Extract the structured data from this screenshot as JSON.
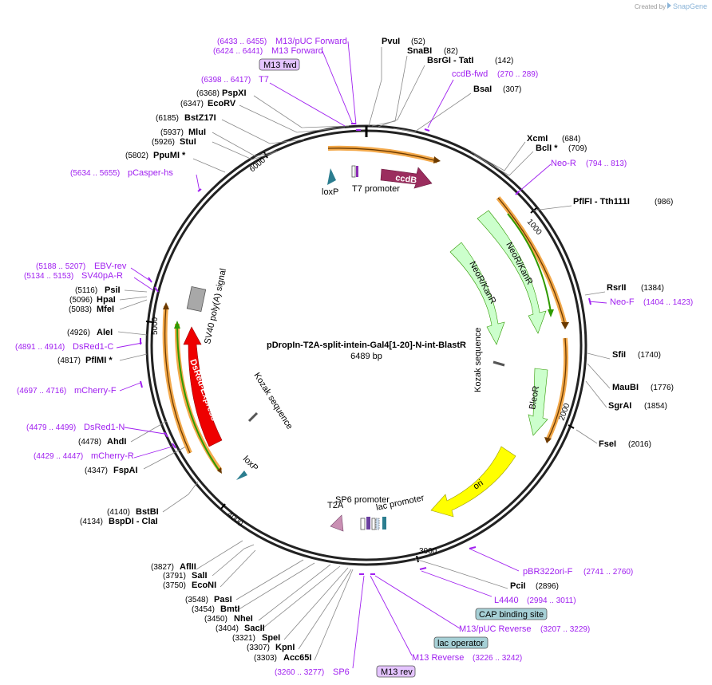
{
  "header": {
    "created_by": "Created by",
    "brand": "SnapGene"
  },
  "plasmid": {
    "name": "pDropIn-T2A-split-intein-Gal4[1-20]-N-int-BlastR",
    "size": "6489 bp"
  },
  "ticks": [
    "1000",
    "2000",
    "3000",
    "4000",
    "5000",
    "6000"
  ],
  "enzymes_right": [
    {
      "name": "PvuI",
      "coord": "(52)"
    },
    {
      "name": "SnaBI",
      "coord": "(82)"
    },
    {
      "name": "BsrGI - TatI",
      "coord": "(142)"
    },
    {
      "name": "BsaI",
      "coord": "(307)"
    },
    {
      "name": "XcmI",
      "coord": "(684)"
    },
    {
      "name": "BclI *",
      "coord": "(709)"
    },
    {
      "name": "PflFI - Tth111I",
      "coord": "(986)"
    },
    {
      "name": "RsrII",
      "coord": "(1384)"
    },
    {
      "name": "SfiI",
      "coord": "(1740)"
    },
    {
      "name": "MauBI",
      "coord": "(1776)"
    },
    {
      "name": "SgrAI",
      "coord": "(1854)"
    },
    {
      "name": "FseI",
      "coord": "(2016)"
    },
    {
      "name": "PciI",
      "coord": "(2896)"
    }
  ],
  "enzymes_left": [
    {
      "name": "PspXI",
      "coord": "(6368)"
    },
    {
      "name": "EcoRV",
      "coord": "(6347)"
    },
    {
      "name": "BstZ17I",
      "coord": "(6185)"
    },
    {
      "name": "MluI",
      "coord": "(5937)"
    },
    {
      "name": "StuI",
      "coord": "(5926)"
    },
    {
      "name": "PpuMI *",
      "coord": "(5802)"
    },
    {
      "name": "PsiI",
      "coord": "(5116)"
    },
    {
      "name": "HpaI",
      "coord": "(5096)"
    },
    {
      "name": "MfeI",
      "coord": "(5083)"
    },
    {
      "name": "AleI",
      "coord": "(4926)"
    },
    {
      "name": "PflMI *",
      "coord": "(4817)"
    },
    {
      "name": "AhdI",
      "coord": "(4478)"
    },
    {
      "name": "FspAI",
      "coord": "(4347)"
    },
    {
      "name": "BstBI",
      "coord": "(4140)"
    },
    {
      "name": "BspDI - ClaI",
      "coord": "(4134)"
    },
    {
      "name": "AflII",
      "coord": "(3827)"
    },
    {
      "name": "SalI",
      "coord": "(3791)"
    },
    {
      "name": "EcoNI",
      "coord": "(3750)"
    },
    {
      "name": "PasI",
      "coord": "(3548)"
    },
    {
      "name": "BmtI",
      "coord": "(3454)"
    },
    {
      "name": "NheI",
      "coord": "(3450)"
    },
    {
      "name": "SacII",
      "coord": "(3404)"
    },
    {
      "name": "SpeI",
      "coord": "(3321)"
    },
    {
      "name": "KpnI",
      "coord": "(3307)"
    },
    {
      "name": "Acc65I",
      "coord": "(3303)"
    }
  ],
  "primers": [
    {
      "name": "M13/pUC Forward",
      "range": "(6433 .. 6455)"
    },
    {
      "name": "M13 Forward",
      "range": "(6424 .. 6441)"
    },
    {
      "name": "T7",
      "range": "(6398 .. 6417)"
    },
    {
      "name": "ccdB-fwd",
      "range": "(270 .. 289)"
    },
    {
      "name": "Neo-R",
      "range": "(794 .. 813)"
    },
    {
      "name": "Neo-F",
      "range": "(1404 .. 1423)"
    },
    {
      "name": "pCasper-hs",
      "range": "(5634 .. 5655)"
    },
    {
      "name": "EBV-rev",
      "range": "(5188 .. 5207)"
    },
    {
      "name": "SV40pA-R",
      "range": "(5134 .. 5153)"
    },
    {
      "name": "DsRed1-C",
      "range": "(4891 .. 4914)"
    },
    {
      "name": "mCherry-F",
      "range": "(4697 .. 4716)"
    },
    {
      "name": "DsRed1-N",
      "range": "(4479 .. 4499)"
    },
    {
      "name": "mCherry-R",
      "range": "(4429 .. 4447)"
    },
    {
      "name": "pBR322ori-F",
      "range": "(2741 .. 2760)"
    },
    {
      "name": "L4440",
      "range": "(2994 .. 3011)"
    },
    {
      "name": "M13/pUC Reverse",
      "range": "(3207 .. 3229)"
    },
    {
      "name": "M13 Reverse",
      "range": "(3226 .. 3242)"
    },
    {
      "name": "SP6",
      "range": "(3260 .. 3277)"
    }
  ],
  "boxes": [
    "M13 fwd",
    "CAP binding site",
    "lac operator",
    "M13 rev"
  ],
  "features": {
    "ccdB": "ccdB",
    "loxP_top": "loxP",
    "t7_promoter": "T7 promoter",
    "neor_outer": "NeoR/KanR",
    "neor_inner": "NeoR/KanR",
    "kozak_right": "Kozak sequence",
    "bleor": "BleoR",
    "ori": "ori",
    "sp6_promoter": "SP6 promoter",
    "lac_promoter": "lac promoter",
    "t2a": "T2A",
    "loxp_bottom": "loxP",
    "kozak_left": "Kozak sequence",
    "dsred": "DsRed-Express",
    "sv40": "SV40 poly(A) signal"
  },
  "colors": {
    "primer": "#a020f0",
    "ccdb": "#9b2d5e",
    "neor": "#ccffcc",
    "ori": "#ffff00",
    "dsred": "#ee0000",
    "loxp": "#2b7d8f",
    "orf": "#f3a94b",
    "green_line": "#2f9a00",
    "box_pink": "#e4c4ff",
    "box_blue": "#a6d0d6",
    "sv40": "#a8a8a8",
    "t2a": "#c98fb3"
  }
}
